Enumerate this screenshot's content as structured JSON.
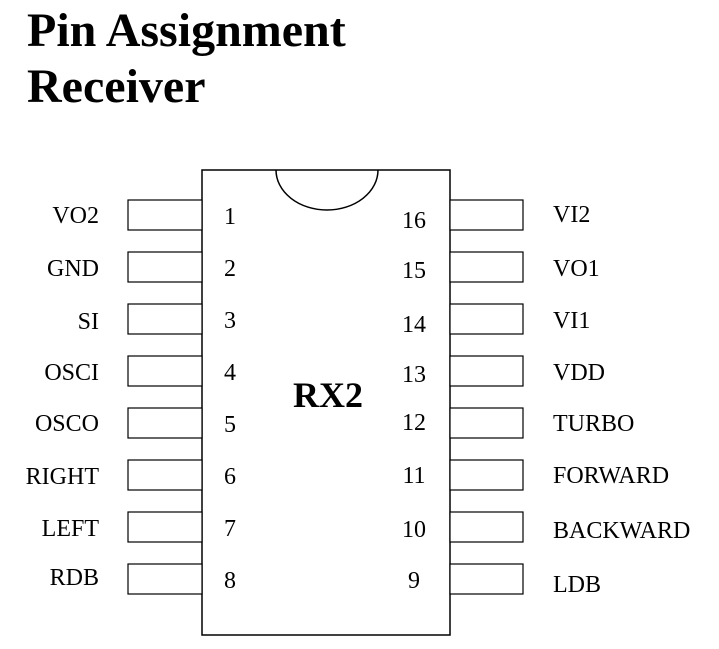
{
  "title": {
    "line1": "Pin Assignment",
    "line2": "Receiver"
  },
  "chip": {
    "name": "RX2"
  },
  "pins": {
    "left": [
      {
        "number": "1",
        "label": "VO2"
      },
      {
        "number": "2",
        "label": "GND"
      },
      {
        "number": "3",
        "label": "SI"
      },
      {
        "number": "4",
        "label": "OSCI"
      },
      {
        "number": "5",
        "label": "OSCO"
      },
      {
        "number": "6",
        "label": "RIGHT"
      },
      {
        "number": "7",
        "label": "LEFT"
      },
      {
        "number": "8",
        "label": "RDB"
      }
    ],
    "right": [
      {
        "number": "16",
        "label": "VI2"
      },
      {
        "number": "15",
        "label": "VO1"
      },
      {
        "number": "14",
        "label": "VI1"
      },
      {
        "number": "13",
        "label": "VDD"
      },
      {
        "number": "12",
        "label": "TURBO"
      },
      {
        "number": "11",
        "label": "FORWARD"
      },
      {
        "number": "10",
        "label": "BACKWARD"
      },
      {
        "number": "9",
        "label": "LDB"
      }
    ]
  }
}
